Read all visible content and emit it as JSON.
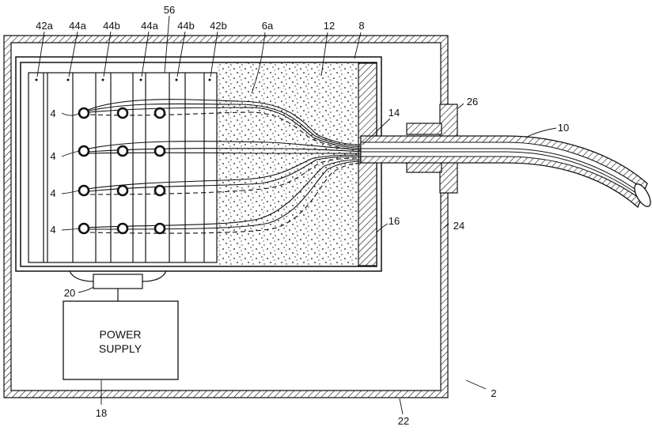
{
  "labels": {
    "l42a": "42a",
    "l44a_1": "44a",
    "l44b_1": "44b",
    "l56": "56",
    "l44a_2": "44a",
    "l44b_2": "44b",
    "l42b": "42b",
    "l6a": "6a",
    "l12": "12",
    "l8": "8",
    "l14": "14",
    "l26": "26",
    "l10": "10",
    "l4_1": "4",
    "l4_2": "4",
    "l4_3": "4",
    "l4_4": "4",
    "l16": "16",
    "l24": "24",
    "l20": "20",
    "l2": "2",
    "l18": "18",
    "l22": "22"
  },
  "power_supply": {
    "line1": "POWER",
    "line2": "SUPPLY"
  },
  "colors": {
    "ink": "#111111",
    "paper": "#ffffff"
  }
}
